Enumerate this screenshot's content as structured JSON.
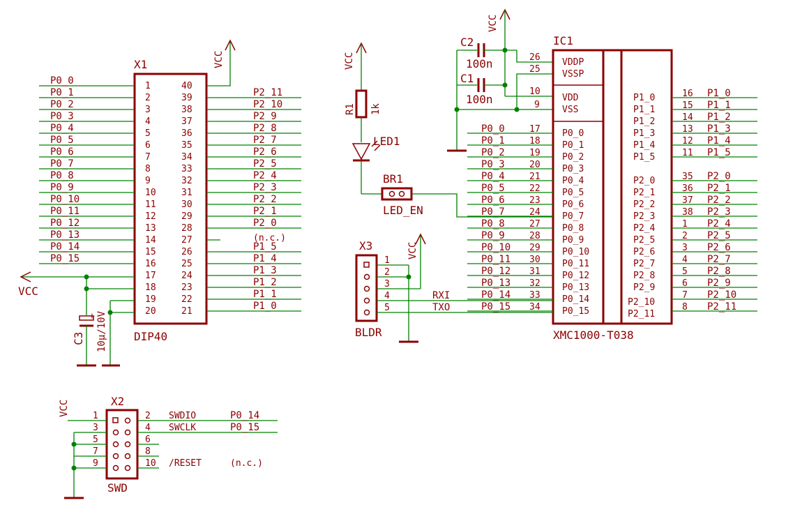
{
  "colors": {
    "part": "#8b0000",
    "wire": "#008000",
    "background": "#ffffff"
  },
  "x1": {
    "ref": "X1",
    "value": "DIP40",
    "left_nets": [
      "P0_0",
      "P0_1",
      "P0_2",
      "P0_3",
      "P0_4",
      "P0_5",
      "P0_6",
      "P0_7",
      "P0_8",
      "P0_9",
      "P0_10",
      "P0_11",
      "P0_12",
      "P0_13",
      "P0_14",
      "P0_15"
    ],
    "right_nets": [
      "P2_11",
      "P2_10",
      "P2_9",
      "P2_8",
      "P2_7",
      "P2_6",
      "P2_5",
      "P2_4",
      "P2_3",
      "P2_2",
      "P2_1",
      "P2_0",
      "(n.c.)",
      "P1_5",
      "P1_4",
      "P1_3",
      "P1_2",
      "P1_1",
      "P1_0"
    ],
    "left_pins": [
      "1",
      "2",
      "3",
      "4",
      "5",
      "6",
      "7",
      "8",
      "9",
      "10",
      "11",
      "12",
      "13",
      "14",
      "15",
      "16",
      "17",
      "18",
      "19",
      "20"
    ],
    "right_pins": [
      "40",
      "39",
      "38",
      "37",
      "36",
      "35",
      "34",
      "33",
      "32",
      "31",
      "30",
      "29",
      "28",
      "27",
      "26",
      "25",
      "24",
      "23",
      "22",
      "21"
    ],
    "vcc": "VCC"
  },
  "c3": {
    "ref": "C3",
    "value": "10µ/10V"
  },
  "r1": {
    "ref": "R1",
    "value": "1k"
  },
  "led1": {
    "ref": "LED1"
  },
  "br1": {
    "ref": "BR1",
    "value": "LED_EN"
  },
  "vcc_labels": {
    "r1": "VCC",
    "ic1": "VCC",
    "x3": "VCC",
    "x2": "VCC"
  },
  "c2": {
    "ref": "C2",
    "value": "100n"
  },
  "c1": {
    "ref": "C1",
    "value": "100n"
  },
  "x3": {
    "ref": "X3",
    "value": "BLDR",
    "pins": [
      "1",
      "2",
      "3",
      "4",
      "5"
    ],
    "nets": [
      "RXI",
      "TXO"
    ]
  },
  "ic1": {
    "ref": "IC1",
    "value": "XMC1000-T038",
    "supply_pins": [
      "26",
      "25",
      "10",
      "9"
    ],
    "supply_names": [
      "VDDP",
      "VSSP",
      "VDD",
      "VSS"
    ],
    "p0_pins": [
      "17",
      "18",
      "19",
      "20",
      "21",
      "22",
      "23",
      "24",
      "27",
      "28",
      "29",
      "30",
      "31",
      "32",
      "33",
      "34"
    ],
    "p0_names": [
      "P0_0",
      "P0_1",
      "P0_2",
      "P0_3",
      "P0_4",
      "P0_5",
      "P0_6",
      "P0_7",
      "P0_8",
      "P0_9",
      "P0_10",
      "P0_11",
      "P0_12",
      "P0_13",
      "P0_14",
      "P0_15"
    ],
    "p0_nets": [
      "P0_0",
      "P0_1",
      "P0_2",
      "P0_3",
      "P0_4",
      "P0_5",
      "P0_6",
      "P0_7",
      "P0_8",
      "P0_9",
      "P0_10",
      "P0_11",
      "P0_12",
      "P0_13",
      "P0_14",
      "P0_15"
    ],
    "p1_pins": [
      "16",
      "15",
      "14",
      "13",
      "12",
      "11"
    ],
    "p1_names": [
      "P1_0",
      "P1_1",
      "P1_2",
      "P1_3",
      "P1_4",
      "P1_5"
    ],
    "p1_nets": [
      "P1_0",
      "P1_1",
      "P1_2",
      "P1_3",
      "P1_4",
      "P1_5"
    ],
    "p2_pins": [
      "35",
      "36",
      "37",
      "38",
      "1",
      "2",
      "3",
      "4",
      "5",
      "6",
      "7",
      "8"
    ],
    "p2_names": [
      "P2_0",
      "P2_1",
      "P2_2",
      "P2_3",
      "P2_4",
      "P2_5",
      "P2_6",
      "P2_7",
      "P2_8",
      "P2_9",
      "P2_10",
      "P2_11"
    ],
    "p2_nets": [
      "P2_0",
      "P2_1",
      "P2_2",
      "P2_3",
      "P2_4",
      "P2_5",
      "P2_6",
      "P2_7",
      "P2_8",
      "P2_9",
      "P2_10",
      "P2_11"
    ]
  },
  "x2": {
    "ref": "X2",
    "value": "SWD",
    "left_pins": [
      "1",
      "3",
      "5",
      "7",
      "9"
    ],
    "right_pins": [
      "2",
      "4",
      "6",
      "8",
      "10"
    ],
    "signals": [
      "SWDIO",
      "SWCLK",
      "/RESET"
    ],
    "nets": [
      "P0_14",
      "P0_15",
      "(n.c.)"
    ]
  }
}
